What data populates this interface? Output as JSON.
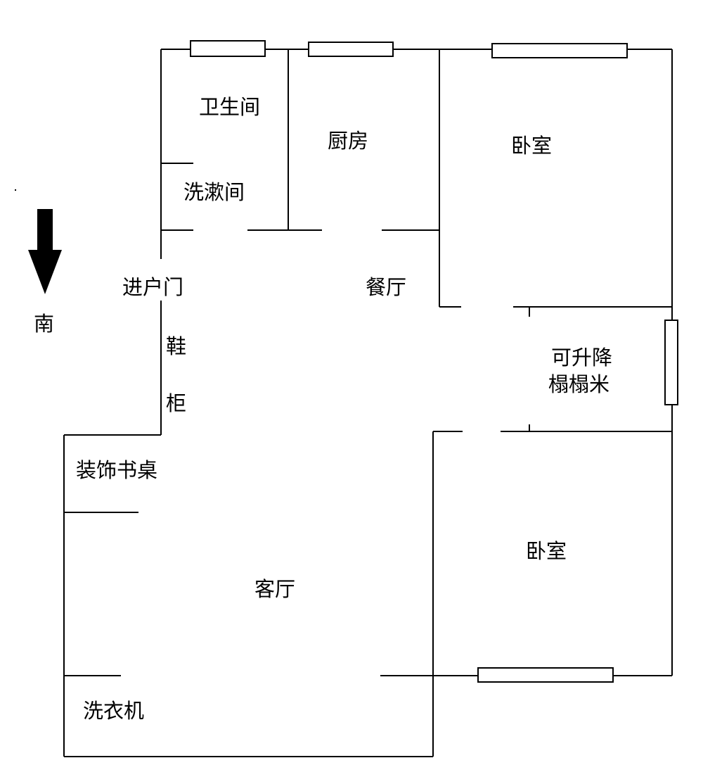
{
  "compass": {
    "label": "南"
  },
  "rooms": {
    "bathroom": "卫生间",
    "washroom": "洗漱间",
    "kitchen": "厨房",
    "bedroom_north": "卧室",
    "entrance": "进户门",
    "dining": "餐厅",
    "shoe_cabinet_1": "鞋",
    "shoe_cabinet_2": "柜",
    "tatami_1": "可升降",
    "tatami_2": "榻榻米",
    "desk": "装饰书桌",
    "living": "客厅",
    "bedroom_south": "卧室",
    "laundry": "洗衣机"
  },
  "colors": {
    "line": "#000000",
    "background": "#ffffff"
  }
}
